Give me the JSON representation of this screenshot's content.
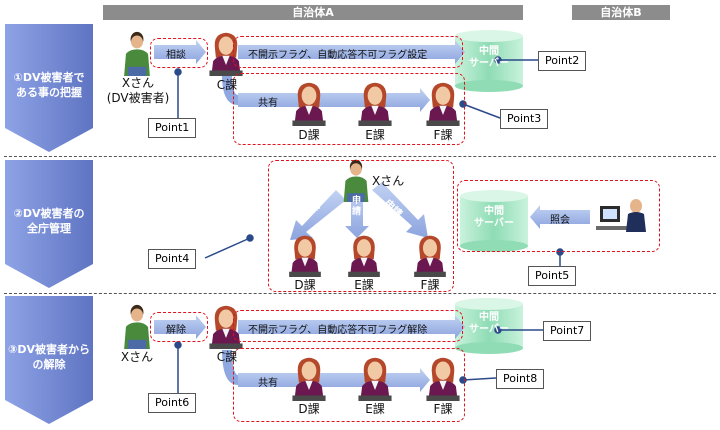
{
  "headers": {
    "a": "自治体A",
    "b": "自治体B"
  },
  "sections": [
    {
      "label": "①DV被害者で\nある事の把握"
    },
    {
      "label": "②DV被害者の\n全庁管理"
    },
    {
      "label": "③DV被害者から\nの解除"
    }
  ],
  "people": {
    "x1": "Xさん\n(DV被害者)",
    "x2": "Xさん",
    "x3": "Xさん",
    "c1": "C課",
    "d1": "D課",
    "e1": "E課",
    "f1": "F課",
    "d2": "D課",
    "e2": "E課",
    "f2": "F課",
    "c3": "C課",
    "d3": "D課",
    "e3": "E課",
    "f3": "F課"
  },
  "arrows": {
    "soudan": "相談",
    "flag_set": "不開示フラグ、自動応答不可フラグ設定",
    "kyoyu1": "共有",
    "shinsei_l": "申請",
    "shinsei_m": "申\n請",
    "shinsei_r": "申請",
    "shoukai": "照会",
    "kaijo": "解除",
    "flag_release": "不開示フラグ、自動応答不可フラグ解除",
    "kyoyu3": "共有"
  },
  "server": {
    "label": "中間\nサーバー"
  },
  "points": [
    "Point1",
    "Point2",
    "Point3",
    "Point4",
    "Point5",
    "Point6",
    "Point7",
    "Point8"
  ],
  "colors": {
    "pentagon": "#7b8fd6",
    "arrow": "#8fa8e0",
    "red": "#e0121b",
    "server": "#9fe0c0",
    "header": "#8c8c8c"
  }
}
